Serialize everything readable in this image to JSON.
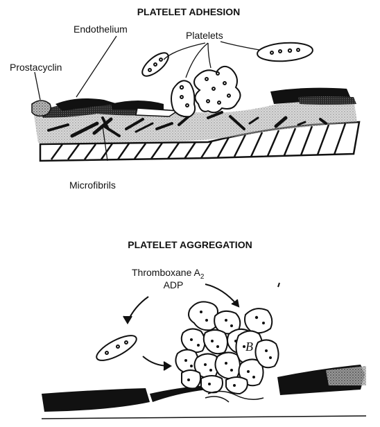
{
  "adhesion": {
    "title": "PLATELET ADHESION",
    "labels": {
      "endothelium": "Endothelium",
      "platelets": "Platelets",
      "prostacyclin": "Prostacyclin",
      "microfibrils": "Microfibrils"
    }
  },
  "aggregation": {
    "title": "PLATELET AGGREGATION",
    "labels": {
      "thromboxane": "Thromboxane A",
      "thromboxane_subscript": "2",
      "adp": "ADP",
      "cell_marker": "B"
    }
  },
  "colors": {
    "ink": "#111111",
    "paper": "#ffffff",
    "tissue_gray": "#9a9a9a"
  }
}
